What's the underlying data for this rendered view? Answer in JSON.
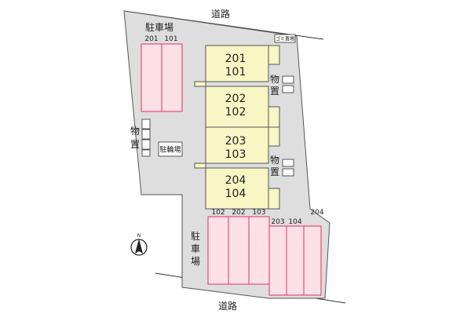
{
  "roads": {
    "top": "道路",
    "bottom": "道路"
  },
  "parking": {
    "top_label": "駐車場",
    "top_spaces": [
      "201",
      "101"
    ],
    "bottom_label": [
      "駐",
      "車",
      "場"
    ],
    "bottom_spaces_left": [
      "102",
      "202",
      "103"
    ],
    "bottom_spaces_right": [
      "203",
      "104",
      "204"
    ]
  },
  "building": {
    "units": [
      {
        "upper": "201",
        "lower": "101"
      },
      {
        "upper": "202",
        "lower": "102"
      },
      {
        "upper": "203",
        "lower": "103"
      },
      {
        "upper": "204",
        "lower": "104"
      }
    ]
  },
  "facilities": {
    "garbage": "ゴミ置場",
    "bicycle": "駐輪場",
    "storage_left": [
      "物",
      "置"
    ],
    "storage_right_upper": [
      "物",
      "置"
    ],
    "storage_right_lower": [
      "物",
      "置"
    ]
  },
  "compass": {
    "label": "N"
  },
  "colors": {
    "lot": "#dedede",
    "building": "#f8f6c4",
    "parking_fill": "#fbe0e6",
    "parking_border": "#e0325a",
    "road_line": "#333333"
  }
}
